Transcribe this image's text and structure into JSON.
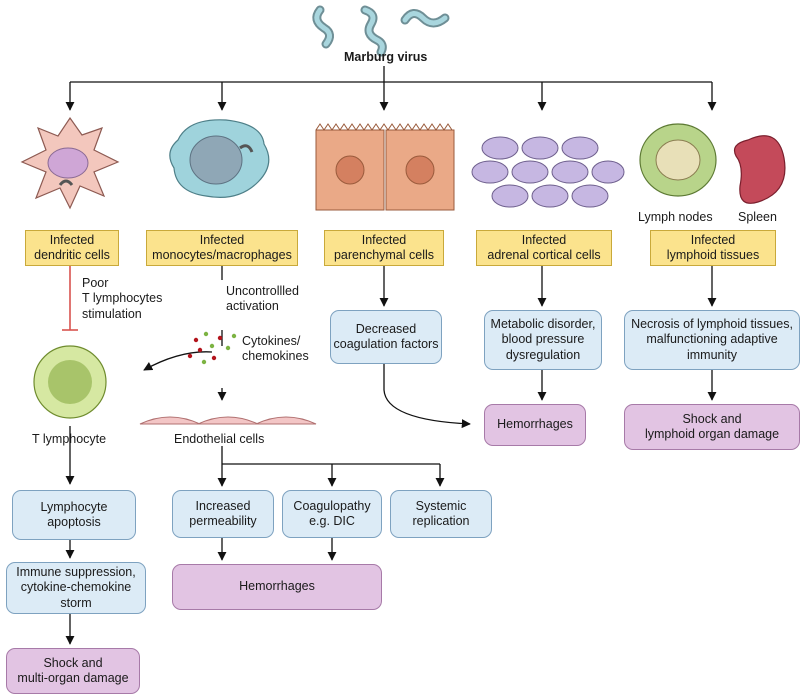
{
  "title": "Marburg virus",
  "legend_labels": {
    "lymph_nodes": "Lymph nodes",
    "spleen": "Spleen"
  },
  "infected": {
    "dendritic": "Infected\ndendritic cells",
    "monocytes": "Infected\nmonocytes/macrophages",
    "parenchymal": "Infected\nparenchymal cells",
    "adrenal": "Infected\nadrenal cortical cells",
    "lymphoid": "Infected\nlymphoid tissues"
  },
  "labels": {
    "poor": "Poor\nT lymphocytes\nstimulation",
    "uncontrolled": "Uncontrollled\nactivation",
    "cytokines": "Cytokines/\nchemokines",
    "t_lymphocyte": "T lymphocyte",
    "endothelial": "Endothelial cells"
  },
  "boxes": {
    "decreased": "Decreased\ncoagulation factors",
    "metabolic": "Metabolic disorder,\nblood pressure\ndysregulation",
    "necrosis": "Necrosis of lymphoid tissues,\nmalfunctioning adaptive\nimmunity",
    "hem_adrenal": "Hemorrhages",
    "shock_lymphoid": "Shock and\nlymphoid organ damage",
    "apoptosis": "Lymphocyte\napoptosis",
    "immune": "Immune suppression,\ncytokine-chemokine\nstorm",
    "shock_multi": "Shock and\nmulti-organ damage",
    "permeability": "Increased\npermeability",
    "coagulopathy": "Coagulopathy\ne.g. DIC",
    "systemic": "Systemic\nreplication",
    "hem_endo": "Hemorrhages"
  },
  "colors": {
    "infected_box": "#fbe38d",
    "process_box": "#dcebf6",
    "outcome_box": "#e2c4e3",
    "inhibit": "#d9534f"
  }
}
